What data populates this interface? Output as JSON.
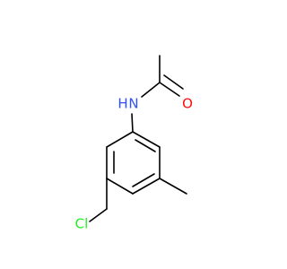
{
  "molecule": {
    "atoms": {
      "oxygen": {
        "symbol": "O",
        "color": "#ff0d0d"
      },
      "nitrogen": {
        "symbol": "N",
        "color": "#3050f8"
      },
      "hydrogen": {
        "symbol": "H",
        "color": "#3050f8"
      },
      "chlorine": {
        "symbol": "Cl",
        "color": "#1ff01f"
      }
    },
    "bond_color": "#000000",
    "background": "#ffffff"
  }
}
